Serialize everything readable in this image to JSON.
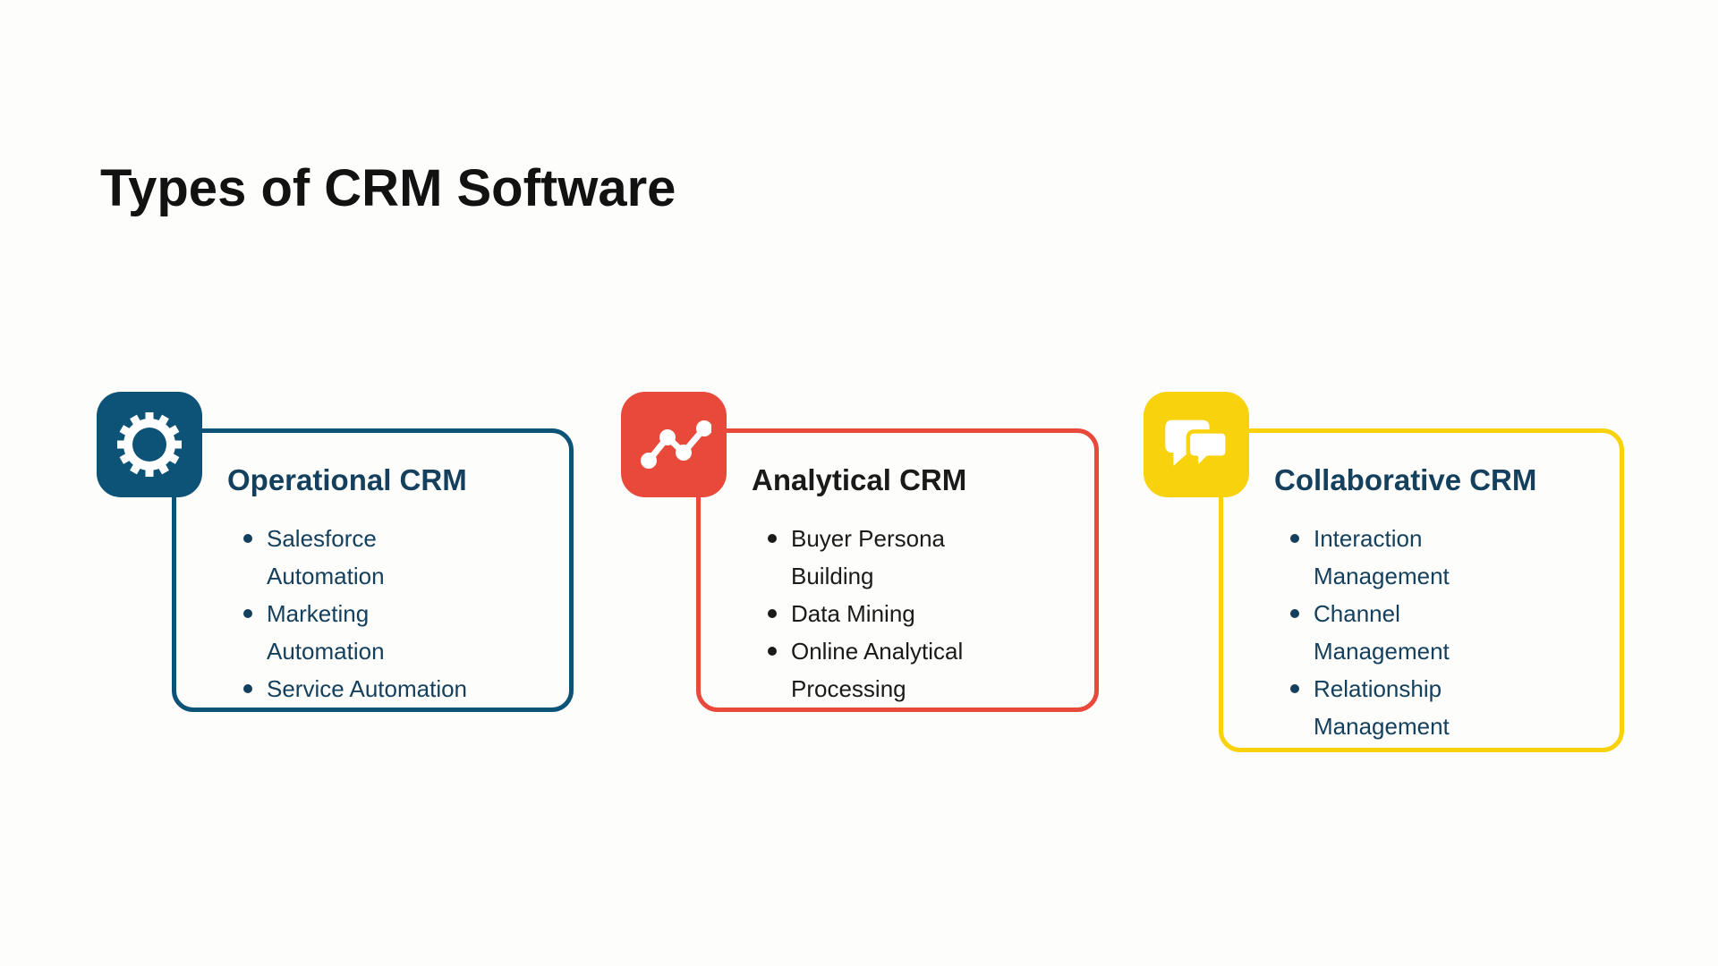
{
  "page": {
    "title": "Types of CRM Software",
    "background": "#FDFDFB"
  },
  "cards": [
    {
      "title": "Operational CRM",
      "icon": "gear-icon",
      "accent_color": "#0D5377",
      "text_color": "#14405E",
      "items": [
        "Salesforce\nAutomation",
        "Marketing\nAutomation",
        "Service Automation"
      ]
    },
    {
      "title": "Analytical CRM",
      "icon": "trend-chart-icon",
      "accent_color": "#E8493B",
      "text_color": "#1A1A1A",
      "items": [
        "Buyer Persona\nBuilding",
        "Data Mining",
        "Online Analytical\nProcessing"
      ]
    },
    {
      "title": "Collaborative CRM",
      "icon": "chat-bubbles-icon",
      "accent_color": "#F9D20E",
      "text_color": "#14405E",
      "items": [
        "Interaction\nManagement",
        "Channel\nManagement",
        "Relationship\nManagement"
      ]
    }
  ]
}
